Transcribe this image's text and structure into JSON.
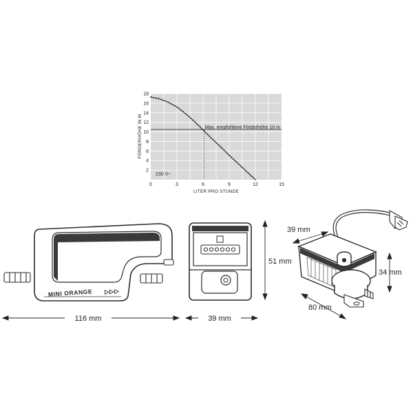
{
  "chart_data": {
    "type": "line",
    "xlabel": "LITER PRO STUNDE",
    "ylabel": "FÖRDERHÖHE IN M",
    "xlim": [
      0,
      15
    ],
    "ylim": [
      0,
      18
    ],
    "x_ticks": [
      "0",
      "3",
      "6",
      "9",
      "12",
      "15"
    ],
    "y_ticks": [
      "2",
      "4",
      "6",
      "8",
      "10",
      "12",
      "14",
      "16",
      "18"
    ],
    "grid": true,
    "series": [
      {
        "x": [
          0,
          1,
          2,
          3,
          4,
          5,
          6,
          7,
          8,
          9,
          10,
          11,
          12
        ],
        "y": [
          17.3,
          16.9,
          16.2,
          15.2,
          13.8,
          12.2,
          10.4,
          8.6,
          6.9,
          5.1,
          3.4,
          1.7,
          0
        ]
      }
    ],
    "reference_line": {
      "y": 10.5,
      "label": "Max. empfohlene Förderhöhe 10 m"
    },
    "reference_vline": {
      "x": 6.1
    },
    "annotation": "230 V~"
  },
  "product": {
    "brand_label": "MINI ORANGE",
    "arrows_label": "▷▷▷"
  },
  "dimensions": {
    "length": "116 mm",
    "depth_side": "39 mm",
    "height_side": "51 mm",
    "depth_iso": "39 mm",
    "height_iso": "34 mm",
    "width_iso": "80 mm"
  },
  "colors": {
    "chart_bg": "#d9d9d9",
    "grid": "#ffffff",
    "line": "#222222",
    "outline": "#2b2b2b"
  }
}
